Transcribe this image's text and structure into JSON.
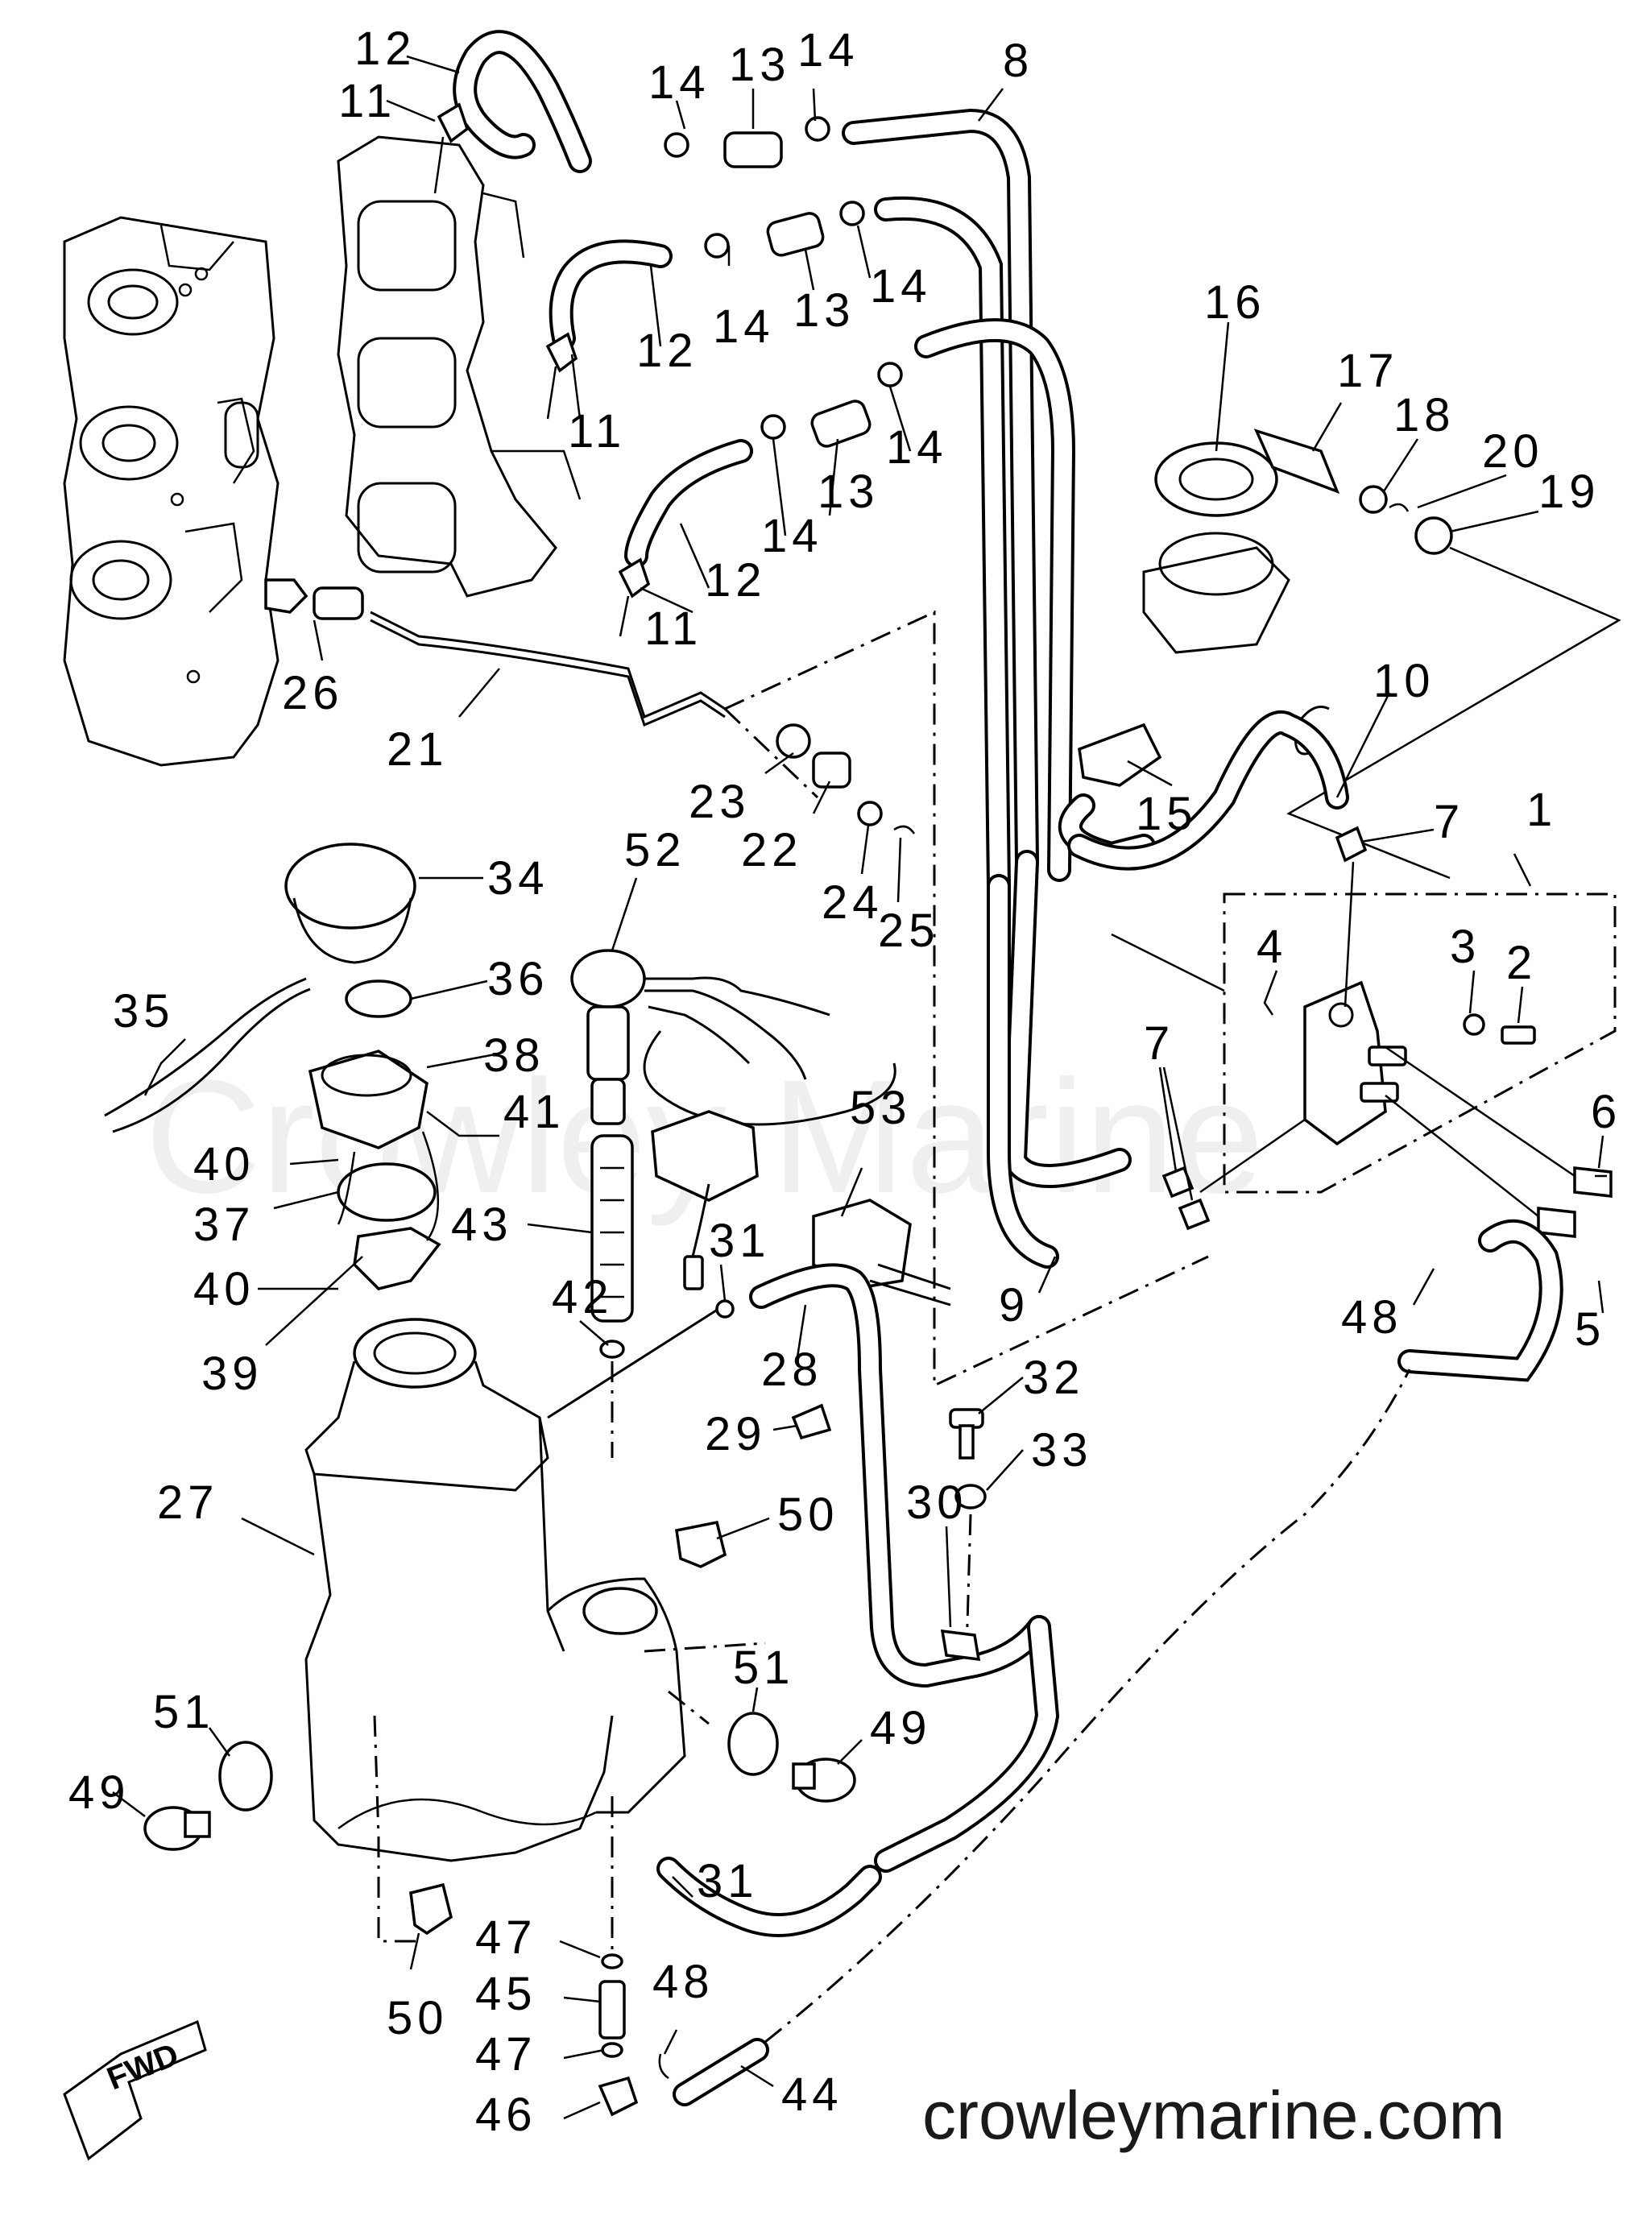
{
  "diagram": {
    "watermark": "Crowley Marine",
    "website": "crowleymarine.com",
    "direction_badge": "FWD",
    "callouts": [
      {
        "id": "c12a",
        "text": "12"
      },
      {
        "id": "c11a",
        "text": "11"
      },
      {
        "id": "c14a",
        "text": "14"
      },
      {
        "id": "c13a",
        "text": "13"
      },
      {
        "id": "c14b",
        "text": "14"
      },
      {
        "id": "c8",
        "text": "8"
      },
      {
        "id": "c12b",
        "text": "12"
      },
      {
        "id": "c14c",
        "text": "14"
      },
      {
        "id": "c13b",
        "text": "13"
      },
      {
        "id": "c14d",
        "text": "14"
      },
      {
        "id": "c11b",
        "text": "11"
      },
      {
        "id": "c16",
        "text": "16"
      },
      {
        "id": "c17",
        "text": "17"
      },
      {
        "id": "c18",
        "text": "18"
      },
      {
        "id": "c20",
        "text": "20"
      },
      {
        "id": "c19",
        "text": "19"
      },
      {
        "id": "c14e",
        "text": "14"
      },
      {
        "id": "c13c",
        "text": "13"
      },
      {
        "id": "c14f",
        "text": "14"
      },
      {
        "id": "c12c",
        "text": "12"
      },
      {
        "id": "c11c",
        "text": "11"
      },
      {
        "id": "c26",
        "text": "26"
      },
      {
        "id": "c21",
        "text": "21"
      },
      {
        "id": "c10",
        "text": "10"
      },
      {
        "id": "c15",
        "text": "15"
      },
      {
        "id": "c23",
        "text": "23"
      },
      {
        "id": "c22",
        "text": "22"
      },
      {
        "id": "c24",
        "text": "24"
      },
      {
        "id": "c25",
        "text": "25"
      },
      {
        "id": "c7a",
        "text": "7"
      },
      {
        "id": "c1",
        "text": "1"
      },
      {
        "id": "c34",
        "text": "34"
      },
      {
        "id": "c52",
        "text": "52"
      },
      {
        "id": "c36",
        "text": "36"
      },
      {
        "id": "c4",
        "text": "4"
      },
      {
        "id": "c3",
        "text": "3"
      },
      {
        "id": "c2",
        "text": "2"
      },
      {
        "id": "c35",
        "text": "35"
      },
      {
        "id": "c38",
        "text": "38"
      },
      {
        "id": "c7b",
        "text": "7"
      },
      {
        "id": "c53",
        "text": "53"
      },
      {
        "id": "c40a",
        "text": "40"
      },
      {
        "id": "c41",
        "text": "41"
      },
      {
        "id": "c6",
        "text": "6"
      },
      {
        "id": "c37",
        "text": "37"
      },
      {
        "id": "c43",
        "text": "43"
      },
      {
        "id": "c9",
        "text": "9"
      },
      {
        "id": "c31a",
        "text": "31"
      },
      {
        "id": "c40b",
        "text": "40"
      },
      {
        "id": "c42",
        "text": "42"
      },
      {
        "id": "c39",
        "text": "39"
      },
      {
        "id": "c28",
        "text": "28"
      },
      {
        "id": "c48a",
        "text": "48"
      },
      {
        "id": "c5",
        "text": "5"
      },
      {
        "id": "c32",
        "text": "32"
      },
      {
        "id": "c29",
        "text": "29"
      },
      {
        "id": "c33",
        "text": "33"
      },
      {
        "id": "c27",
        "text": "27"
      },
      {
        "id": "c50a",
        "text": "50"
      },
      {
        "id": "c30",
        "text": "30"
      },
      {
        "id": "c51a",
        "text": "51"
      },
      {
        "id": "c49a",
        "text": "49"
      },
      {
        "id": "c51b",
        "text": "51"
      },
      {
        "id": "c49b",
        "text": "49"
      },
      {
        "id": "c31b",
        "text": "31"
      },
      {
        "id": "c47a",
        "text": "47"
      },
      {
        "id": "c50b",
        "text": "50"
      },
      {
        "id": "c45",
        "text": "45"
      },
      {
        "id": "c48b",
        "text": "48"
      },
      {
        "id": "c47b",
        "text": "47"
      },
      {
        "id": "c44",
        "text": "44"
      },
      {
        "id": "c46",
        "text": "46"
      }
    ]
  }
}
